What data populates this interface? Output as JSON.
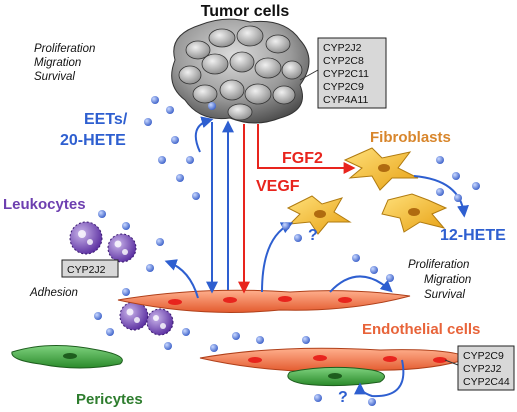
{
  "title": "Tumor cells",
  "tumor": {
    "processes": [
      "Proliferation",
      "Migration",
      "Survival"
    ],
    "enzymes": [
      "CYP2J2",
      "CYP2C8",
      "CYP2C11",
      "CYP2C9",
      "CYP4A11"
    ]
  },
  "mediators": {
    "eets_line1": "EETs/",
    "eets_line2": "20-HETE",
    "fgf2": "FGF2",
    "vegf": "VEGF",
    "hete12": "12-HETE"
  },
  "fibroblasts": {
    "label": "Fibroblasts",
    "processes": [
      "Proliferation",
      "Migration",
      "Survival"
    ]
  },
  "leukocytes": {
    "label": "Leukocytes",
    "enzyme": "CYP2J2",
    "adhesion": "Adhesion"
  },
  "endothelial": {
    "label": "Endothelial cells",
    "enzymes": [
      "CYP2C9",
      "CYP2J2",
      "CYP2C44"
    ]
  },
  "pericytes": {
    "label": "Pericytes"
  },
  "unknowns": {
    "q1": "?",
    "q2": "?"
  },
  "colors": {
    "blue": "#2e5fd0",
    "red": "#e8241d",
    "orange": "#d8862c",
    "purple": "#6d3fb0",
    "green": "#2e7d2e",
    "endothelial_orange": "#e8643a"
  }
}
